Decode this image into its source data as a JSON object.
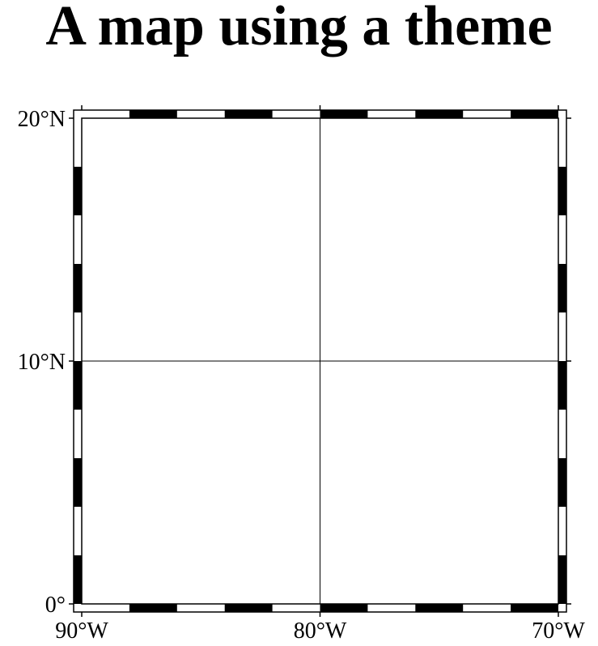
{
  "title": "A map using a theme",
  "map": {
    "region": {
      "lon_min": -90,
      "lon_max": -70,
      "lat_min": 0,
      "lat_max": 20
    },
    "frame_style": "fancy",
    "gridlines": {
      "lon": [
        -80
      ],
      "lat": [
        10
      ]
    },
    "x_ticks": [
      {
        "value": -90,
        "label": "90°W"
      },
      {
        "value": -80,
        "label": "80°W"
      },
      {
        "value": -70,
        "label": "70°W"
      }
    ],
    "y_ticks": [
      {
        "value": 0,
        "label": "0°"
      },
      {
        "value": 10,
        "label": "10°N"
      },
      {
        "value": 20,
        "label": "20°N"
      }
    ],
    "frame_tick_interval_deg": 2,
    "colors": {
      "frame": "#000000",
      "background": "#ffffff",
      "grid": "#000000"
    }
  }
}
